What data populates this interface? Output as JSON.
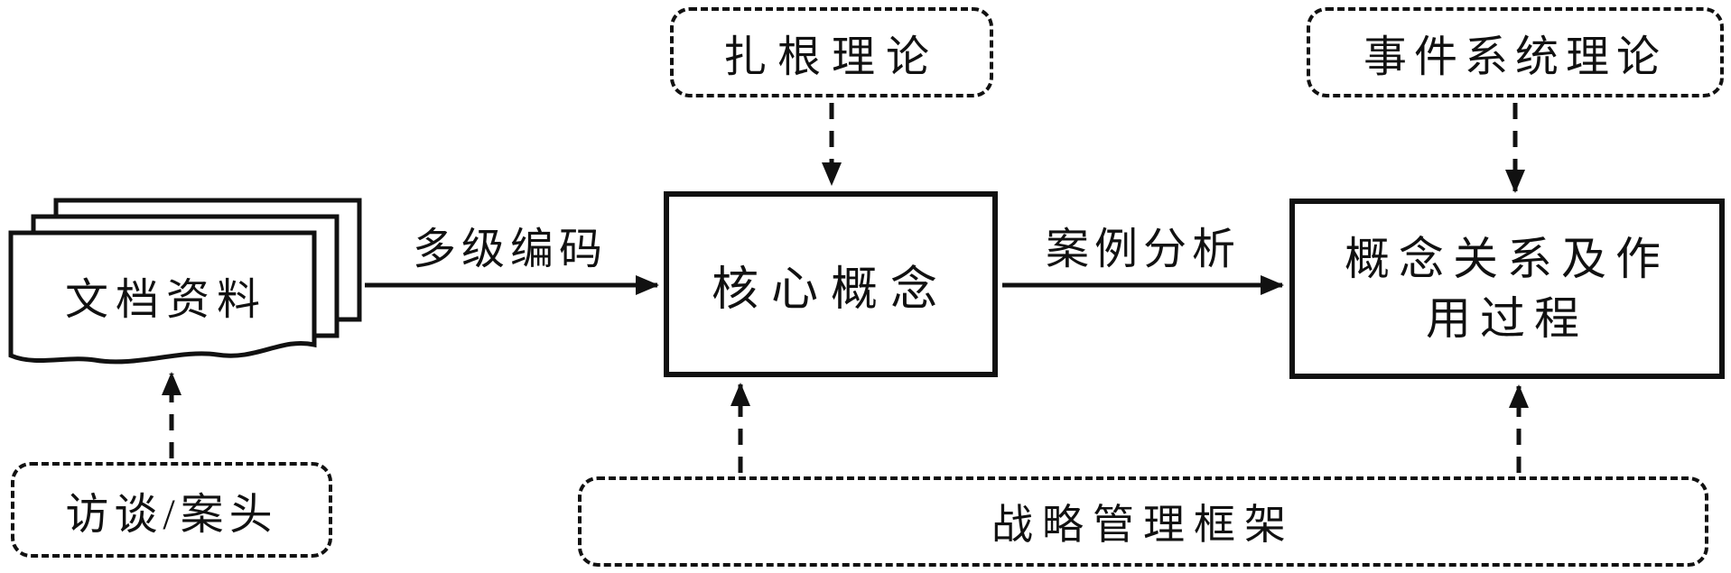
{
  "diagram": {
    "nodes": {
      "grounded_theory": {
        "label": "扎根理论"
      },
      "event_system_theory": {
        "label": "事件系统理论"
      },
      "documents": {
        "label": "文档资料"
      },
      "interview_desk": {
        "label": "访谈/案头"
      },
      "core_concepts": {
        "label": "核心概念"
      },
      "concept_relations": {
        "lines": [
          "概念关系及作",
          "用过程"
        ]
      },
      "strategic_framework": {
        "label": "战略管理框架"
      }
    },
    "edge_labels": {
      "multilevel_coding": "多级编码",
      "case_analysis": "案例分析"
    },
    "colors": {
      "stroke": "#111111",
      "background": "#ffffff"
    }
  }
}
